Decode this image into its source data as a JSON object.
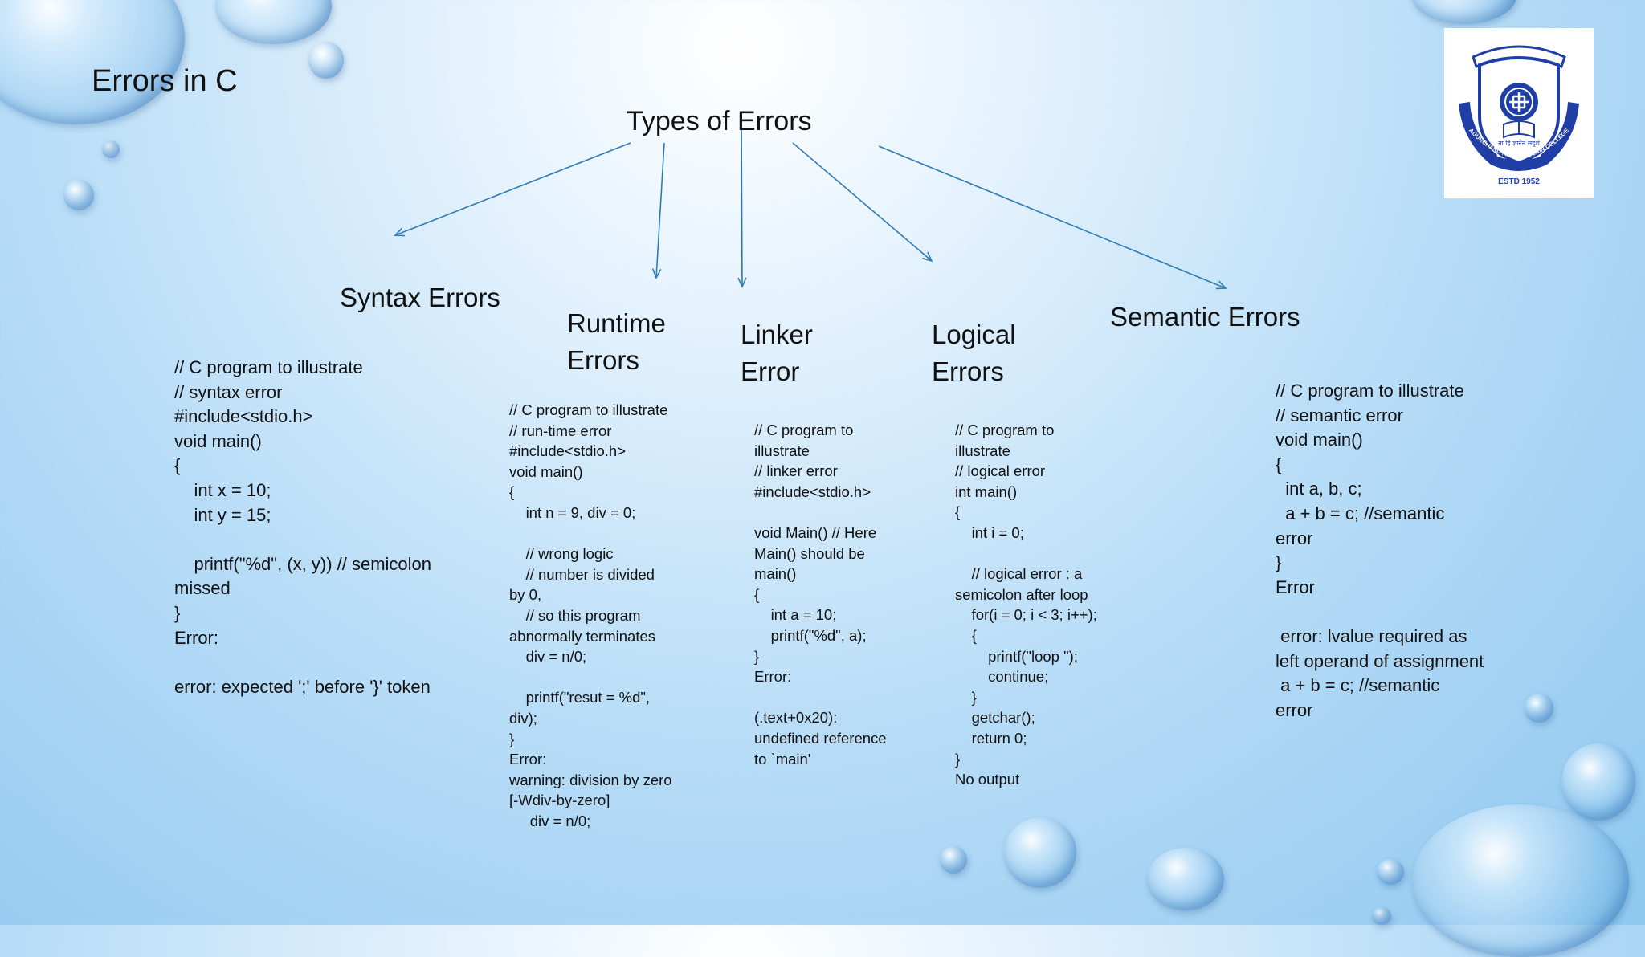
{
  "slide": {
    "title": "Errors in C"
  },
  "diagram": {
    "root": "Types of Errors",
    "branches": [
      {
        "title": "Syntax Errors",
        "code": "// C program to illustrate\n// syntax error\n#include<stdio.h>\nvoid main()\n{\n    int x = 10;\n    int y = 15;\n\n    printf(\"%d\", (x, y)) // semicolon\nmissed\n}\nError:\n\nerror: expected ';' before '}' token"
      },
      {
        "title": "Runtime\nErrors",
        "code": "// C program to illustrate\n// run-time error\n#include<stdio.h>\nvoid main()\n{\n    int n = 9, div = 0;\n\n    // wrong logic\n    // number is divided\nby 0,\n    // so this program\nabnormally terminates\n    div = n/0;\n\n    printf(\"resut = %d\",\ndiv);\n}\nError:\nwarning: division by zero\n[-Wdiv-by-zero]\n     div = n/0;"
      },
      {
        "title": "Linker\nError",
        "code": "// C program to\nillustrate\n// linker error\n#include<stdio.h>\n\nvoid Main() // Here\nMain() should be\nmain()\n{\n    int a = 10;\n    printf(\"%d\", a);\n}\nError:\n\n(.text+0x20):\nundefined reference\nto `main'"
      },
      {
        "title": "Logical\nErrors",
        "code": "// C program to\nillustrate\n// logical error\nint main()\n{\n    int i = 0;\n\n    // logical error : a\nsemicolon after loop\n    for(i = 0; i < 3; i++);\n    {\n        printf(\"loop \");\n        continue;\n    }\n    getchar();\n    return 0;\n}\nNo output"
      },
      {
        "title": "Semantic Errors",
        "code": "// C program to illustrate\n// semantic error\nvoid main()\n{\n  int a, b, c;\n  a + b = c; //semantic\nerror\n}\nError\n\n error: lvalue required as\nleft operand of assignment\n a + b = c; //semantic\nerror"
      }
    ]
  },
  "logo": {
    "motto": "ना हि ज्ञानेन सदृशं",
    "ring": "AGURCHAND MANMULL JAIN COLLEGE",
    "estd": "ESTD 1952"
  },
  "colors": {
    "arrow": "#2f7bb6",
    "crest_blue": "#1f3fa6",
    "text": "#111111"
  }
}
